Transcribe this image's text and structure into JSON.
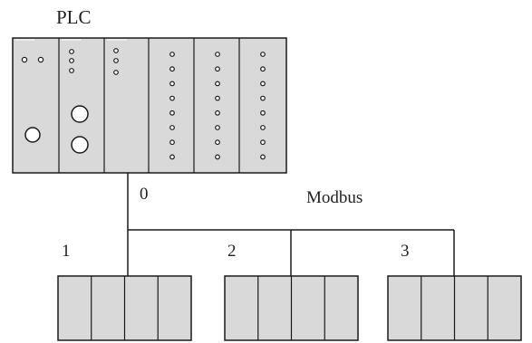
{
  "plc": {
    "label": "PLC",
    "slot_count": 6
  },
  "bus": {
    "label": "Modbus"
  },
  "nodes": [
    {
      "id": "0"
    },
    {
      "id": "1"
    },
    {
      "id": "2"
    },
    {
      "id": "3"
    }
  ],
  "remote_modules": [
    {
      "node": "1",
      "segments": 4
    },
    {
      "node": "2",
      "segments": 4
    },
    {
      "node": "3",
      "segments": 4
    }
  ],
  "colors": {
    "module_fill": "#d9d9d9",
    "outline": "#1a1a1a",
    "indicator_fill": "#ffffff"
  }
}
